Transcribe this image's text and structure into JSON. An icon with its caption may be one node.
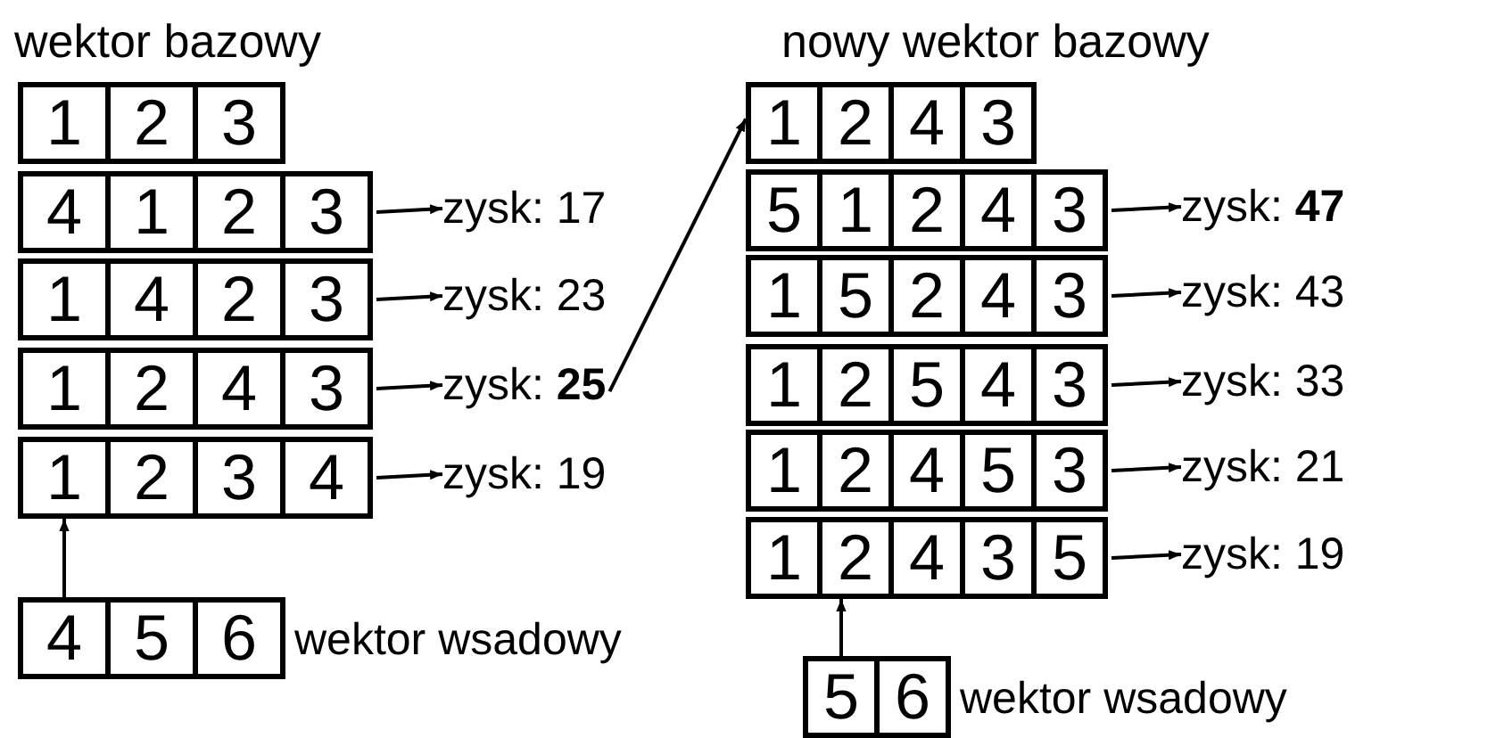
{
  "diagram": {
    "nodes": [
      {
        "text": [
          "1",
          "2",
          "3"
        ]
      },
      {
        "text": [
          "4",
          "1",
          "2",
          "3"
        ]
      },
      {
        "text": [
          "zysk: 17"
        ]
      },
      {
        "text": [
          "1",
          "4",
          "2",
          "3"
        ]
      },
      {
        "text": [
          "zysk: 23"
        ]
      },
      {
        "text": [
          "1",
          "2",
          "4",
          "3"
        ]
      },
      {
        "text": [
          "zysk: **25**"
        ]
      },
      {
        "text": [
          "1",
          "2",
          "3",
          "4"
        ]
      },
      {
        "text": [
          "zysk: 19"
        ]
      },
      {
        "text": [
          "4",
          "5",
          "6"
        ],
        "beside": [
          "wektor wsadowy"
        ]
      },
      {
        "text": [
          "1",
          "2",
          "4",
          "3"
        ]
      },
      {
        "text": [
          "5",
          "1",
          "2",
          "4",
          "3"
        ]
      },
      {
        "text": [
          "zysk: **47**"
        ]
      },
      {
        "text": [
          "1",
          "5",
          "2",
          "4",
          "3"
        ]
      },
      {
        "text": [
          "zysk: 43"
        ]
      },
      {
        "text": [
          "1",
          "2",
          "5",
          "4",
          "3"
        ]
      },
      {
        "text": [
          "zysk: 33"
        ]
      },
      {
        "text": [
          "1",
          "2",
          "4",
          "5",
          "3"
        ]
      },
      {
        "text": [
          "zysk: 21"
        ]
      },
      {
        "text": [
          "1",
          "2",
          "4",
          "3",
          "5"
        ]
      },
      {
        "text": [
          "zysk: 19"
        ]
      },
      {
        "text": [
          "5",
          "6"
        ],
        "beside": [
          "wektor wsadowy"
        ]
      }
    ],
    "edges": [
      {
        "from": 1,
        "to": 2,
        "arrow": "to"
      },
      {
        "from": 3,
        "to": 4,
        "arrow": "to"
      },
      {
        "from": 5,
        "to": 6,
        "arrow": "to"
      },
      {
        "from": 7,
        "to": 8,
        "arrow": "to"
      },
      {
        "from": 9,
        "to": 7,
        "arrow": "to"
      },
      {
        "from": 6,
        "to": 10,
        "arrow": "to"
      },
      {
        "from": 11,
        "to": 12,
        "arrow": "to"
      },
      {
        "from": 13,
        "to": 14,
        "arrow": "to"
      },
      {
        "from": 15,
        "to": 16,
        "arrow": "to"
      },
      {
        "from": 17,
        "to": 18,
        "arrow": "to"
      },
      {
        "from": 19,
        "to": 20,
        "arrow": "to"
      },
      {
        "from": 21,
        "to": 19,
        "arrow": "to"
      }
    ],
    "labels": [
      "wektor bazowy",
      "nowy wektor bazowy"
    ]
  }
}
